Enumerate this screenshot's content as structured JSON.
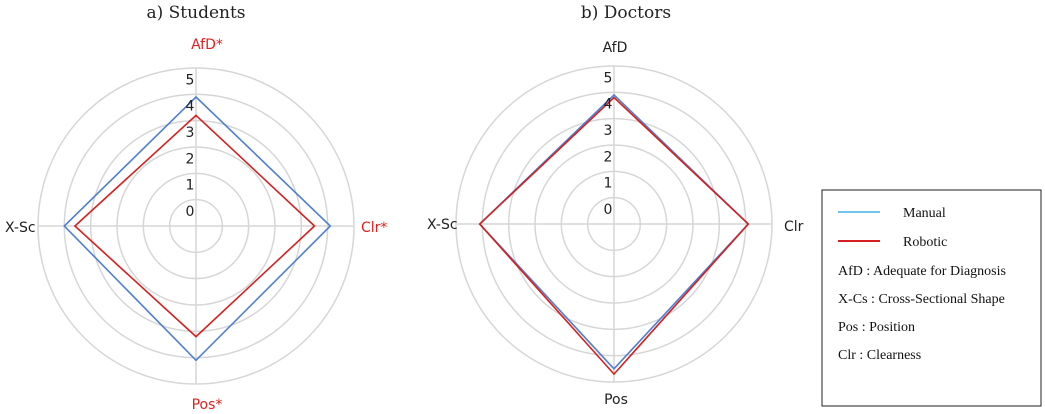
{
  "chart_data": [
    {
      "type": "radar",
      "title": "a)  Students",
      "axes": [
        {
          "label": "AfD*",
          "color": "#e02020"
        },
        {
          "label": "Clr*",
          "color": "#e02020"
        },
        {
          "label": "Pos*",
          "color": "#e02020"
        },
        {
          "label": "X-Sc",
          "color": "#222222"
        }
      ],
      "rlim": [
        0,
        5
      ],
      "r_ticks": [
        "0",
        "1",
        "2",
        "3",
        "4",
        "5"
      ],
      "series": [
        {
          "name": "Manual",
          "color": "#4f7fd0",
          "values": [
            3.9,
            4.1,
            4.1,
            4.0
          ]
        },
        {
          "name": "Robotic",
          "color": "#d42020",
          "values": [
            3.2,
            3.5,
            3.2,
            3.6
          ]
        }
      ]
    },
    {
      "type": "radar",
      "title": "b)  Doctors",
      "axes": [
        {
          "label": "AfD",
          "color": "#222222"
        },
        {
          "label": "Clr",
          "color": "#222222"
        },
        {
          "label": "Pos",
          "color": "#222222"
        },
        {
          "label": "X-Sc",
          "color": "#222222"
        }
      ],
      "rlim": [
        0,
        5
      ],
      "r_ticks": [
        "0",
        "1",
        "2",
        "3",
        "4",
        "5"
      ],
      "series": [
        {
          "name": "Manual",
          "color": "#4f7fd0",
          "values": [
            3.9,
            4.1,
            4.5,
            4.1
          ]
        },
        {
          "name": "Robotic",
          "color": "#d42020",
          "values": [
            3.8,
            4.1,
            4.7,
            4.1
          ]
        }
      ]
    }
  ],
  "legend": {
    "entries": [
      {
        "label": "Manual",
        "color": "#6ec6ea"
      },
      {
        "label": "Robotic",
        "color": "#d42020"
      }
    ],
    "notes": [
      "AfD : Adequate for Diagnosis",
      "X-Cs : Cross-Sectional Shape",
      "Pos : Position",
      "Clr : Clearness"
    ]
  }
}
